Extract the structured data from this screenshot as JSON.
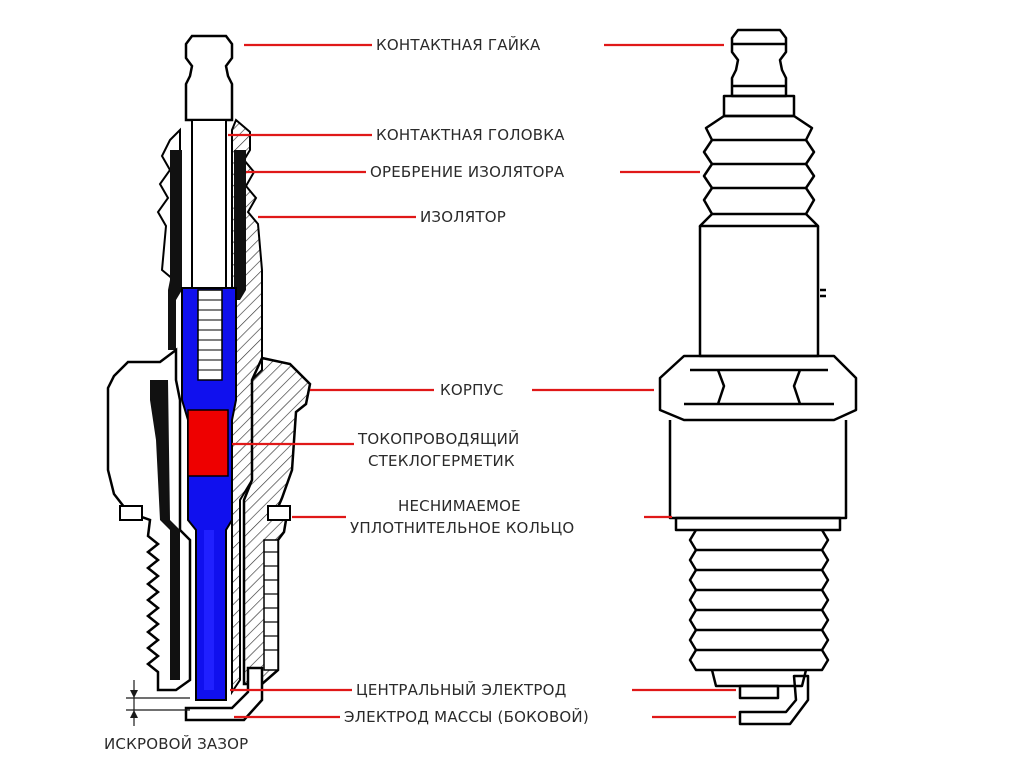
{
  "labels": {
    "contact_nut": "КОНТАКТНАЯ ГАЙКА",
    "contact_head": "КОНТАКТНАЯ ГОЛОВКА",
    "insulator_ribs": "ОРЕБРЕНИЕ ИЗОЛЯТОРА",
    "insulator": "ИЗОЛЯТОР",
    "body": "КОРПУС",
    "glass_seal_1": "ТОКОПРОВОДЯЩИЙ",
    "glass_seal_2": "СТЕКЛОГЕРМЕТИК",
    "seal_ring_1": "НЕСНИМАЕМОЕ",
    "seal_ring_2": "УПЛОТНИТЕЛЬНОЕ КОЛЬЦО",
    "center_electrode": "ЦЕНТРАЛЬНЫЙ ЭЛЕКТРОД",
    "ground_electrode": "ЭЛЕКТРОД МАССЫ (БОКОВОЙ)",
    "spark_gap": "ИСКРОВОЙ ЗАЗОР"
  },
  "colors": {
    "leader": "#e01818",
    "conductor": "#1010ee",
    "glass_seal": "#ee0000",
    "outline": "#000000"
  }
}
